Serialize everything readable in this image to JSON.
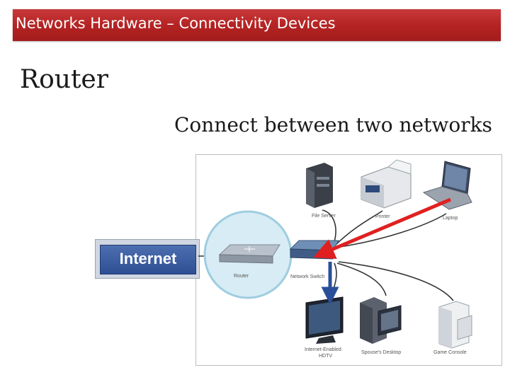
{
  "slide": {
    "title": "Networks Hardware – Connectivity Devices",
    "heading": "Router",
    "subheading": "Connect between two networks"
  },
  "diagram": {
    "internet_label": "Internet",
    "devices": {
      "router": "Router",
      "network_switch": "Network Switch",
      "file_server": "File Server",
      "printer": "Printer",
      "laptop": "Laptop",
      "hdtv": "Internet-Enabled HDTV",
      "desktop": "Spouse's Desktop",
      "game_console": "Game Console"
    },
    "colors": {
      "arrow_red": "#e02020",
      "arrow_blue": "#2a4f9a",
      "router_circle": "#d7ecf4"
    }
  }
}
